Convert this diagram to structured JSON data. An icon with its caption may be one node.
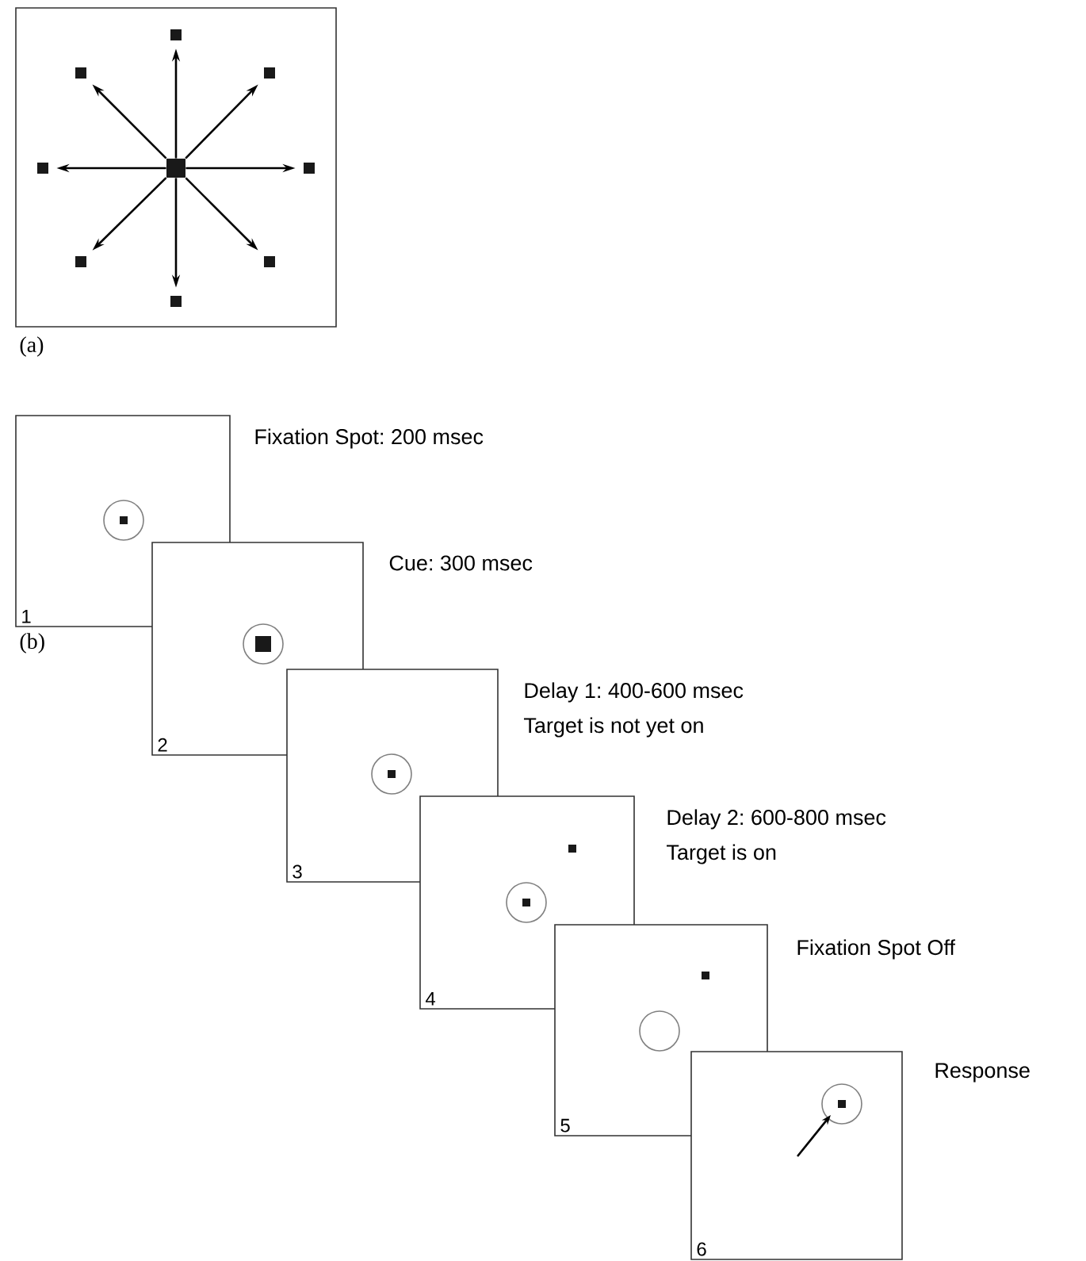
{
  "diagram": {
    "nodes": [
      {
        "text": [],
        "shape": "box"
      },
      {
        "text": [],
        "shape": "box",
        "in": 0
      },
      {
        "text": [],
        "shape": "box",
        "in": 0
      },
      {
        "text": [],
        "shape": "box",
        "in": 0
      },
      {
        "text": [],
        "shape": "box",
        "in": 0
      },
      {
        "text": [],
        "shape": "box",
        "in": 0
      },
      {
        "text": [],
        "shape": "box",
        "in": 0
      },
      {
        "text": [],
        "shape": "box",
        "in": 0
      },
      {
        "text": [],
        "shape": "box",
        "in": 0
      },
      {
        "text": [],
        "shape": "box",
        "in": 0
      },
      {
        "text": [
          "1"
        ],
        "beside": [
          "Fixation Spot: 200 msec"
        ]
      },
      {
        "text": [
          "2"
        ],
        "beside": [
          "Cue: 300 msec"
        ]
      },
      {
        "text": [
          "3"
        ],
        "beside": [
          "Delay 1: 400-600 msec",
          "Target is not yet on"
        ]
      },
      {
        "text": [
          "4"
        ],
        "beside": [
          "Delay 2: 600-800 msec",
          "Target is on"
        ]
      },
      {
        "text": [
          "5"
        ],
        "beside": [
          "Fixation Spot Off"
        ]
      },
      {
        "text": [
          "6"
        ],
        "beside": [
          "Response"
        ]
      }
    ],
    "edges": [
      {
        "from": 1,
        "to": 2,
        "arrow": "to"
      },
      {
        "from": 1,
        "to": 3,
        "arrow": "to"
      },
      {
        "from": 1,
        "to": 4,
        "arrow": "to"
      },
      {
        "from": 1,
        "to": 5,
        "arrow": "to"
      },
      {
        "from": 1,
        "to": 6,
        "arrow": "to"
      },
      {
        "from": 1,
        "to": 7,
        "arrow": "to"
      },
      {
        "from": 1,
        "to": 8,
        "arrow": "to"
      },
      {
        "from": 1,
        "to": 9,
        "arrow": "to"
      }
    ],
    "labels": [
      "(a)",
      "(b)"
    ]
  }
}
